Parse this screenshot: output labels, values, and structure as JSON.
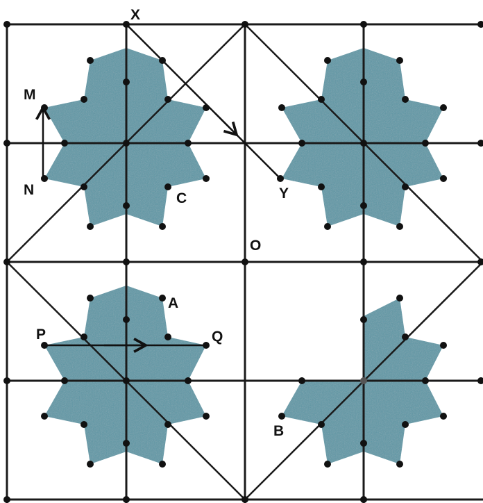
{
  "colors": {
    "star_fill": "#5b97a6",
    "line": "#1a1a1a",
    "background": "#ffffff"
  },
  "labels": {
    "x": "X",
    "y": "Y",
    "m": "M",
    "n": "N",
    "c": "C",
    "o": "O",
    "a": "A",
    "p": "P",
    "q": "Q",
    "b": "B"
  }
}
